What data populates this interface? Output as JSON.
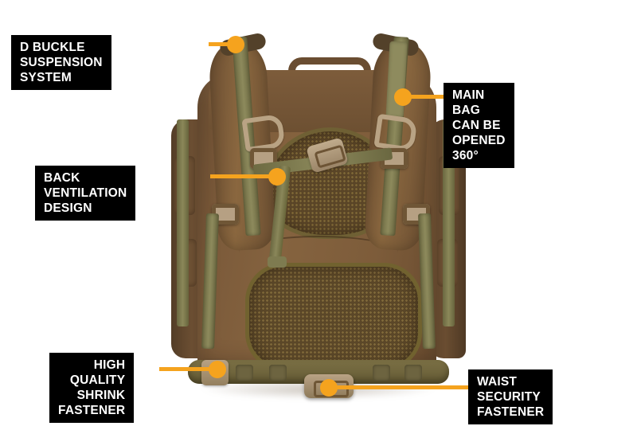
{
  "page": {
    "kind": "product-infographic",
    "subject": "tactical military backpack, rear view",
    "background_color": "#ffffff",
    "accent_color": "#F5A31E",
    "callout_box_color": "#000000",
    "callout_text_color": "#ffffff"
  },
  "product": {
    "fabric_color": "#7b5a3a",
    "webbing_color": "#8a875a",
    "hardware_color": "#b6a083",
    "mesh_color": "#5a4527"
  },
  "callouts": [
    {
      "id": "d-buckle-suspension-system",
      "text": "D BUCKLE SUSPENSION SYSTEM",
      "align": "left",
      "lines": 1
    },
    {
      "id": "main-bag-opened-360",
      "text": "MAIN BAG CAN BE\nOPENED 360°",
      "align": "left",
      "lines": 2
    },
    {
      "id": "back-ventilation-design",
      "text": "BACK VENTILATION DESIGN",
      "align": "left",
      "lines": 1
    },
    {
      "id": "high-quality-shrink-fastener",
      "text": "HIGH QUALITY\nSHRINK FASTENER",
      "align": "right",
      "lines": 2
    },
    {
      "id": "waist-security-fastener",
      "text": "WAIST SECURITY\nFASTENER",
      "align": "left",
      "lines": 2
    }
  ]
}
